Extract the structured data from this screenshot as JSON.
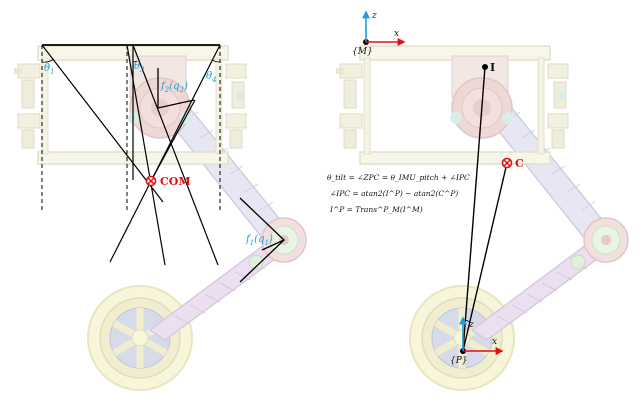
{
  "colors": {
    "frame_fill": "#f2f0d6",
    "frame_stroke": "#c8c8a0",
    "gear": "#e2b8b4",
    "gear_stroke": "#c89a94",
    "truss": "#ddc8e4",
    "truss_stroke": "#b8a0c8",
    "wheel_outer": "#f3f0bc",
    "wheel_mid": "#e6e0a8",
    "wheel_hub": "#b8bcd8",
    "connector": "#b8e0d4",
    "blue": "#1aa0d8",
    "red": "#e01010",
    "line": "#000000"
  },
  "left": {
    "theta1": "θ",
    "theta1_sub": "1",
    "theta3": "θ",
    "theta3_sub": "3",
    "theta4": "θ",
    "theta4_sub": "4",
    "f2": "f",
    "f2_sub": "2",
    "f2_arg": "(q",
    "f2_arg_sub": "2",
    "f2_close": ")",
    "f1": "f",
    "f1_sub": "1",
    "f1_arg": "(q",
    "f1_arg_sub": "1",
    "f1_close": ")",
    "com_label": "COM"
  },
  "right": {
    "frame_M": "{M}",
    "frame_P": "{P}",
    "axis_z_top": "z",
    "axis_x_top": "x",
    "axis_z_bottom": "z",
    "axis_x_bottom": "x",
    "point_I": "I",
    "point_C": "C",
    "eq1": "θ_tilt = ∠ZPC = θ_IMU_pitch + ∠IPC",
    "eq2": "∠IPC = atan2(I^P) − atan2(C^P)",
    "eq3": "I^P = Trans^P_M(I^M)"
  }
}
